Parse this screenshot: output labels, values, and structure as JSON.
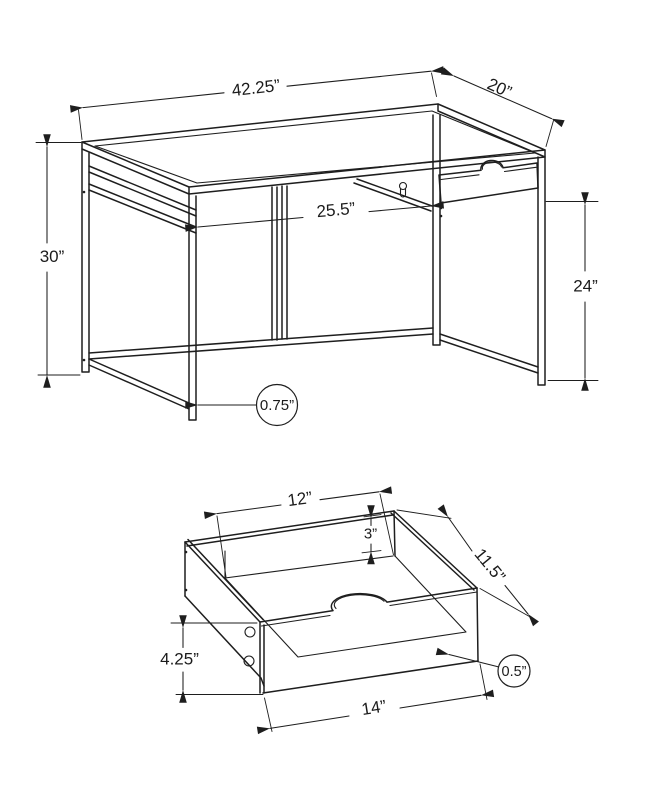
{
  "figure": {
    "background": "#ffffff",
    "line_color": "#1e1e1e"
  },
  "desk": {
    "dimensions": {
      "top_width": "42.25”",
      "top_depth": "20”",
      "overall_height": "30”",
      "knee_space_width": "25.5”",
      "leg_clearance_height": "24”",
      "frame_thickness": "0.75”"
    }
  },
  "drawer": {
    "dimensions": {
      "inner_width": "12”",
      "back_inner_height": "3”",
      "depth": "11.5”",
      "front_height": "4.25”",
      "outer_width": "14”",
      "panel_thickness": "0.5”"
    }
  }
}
